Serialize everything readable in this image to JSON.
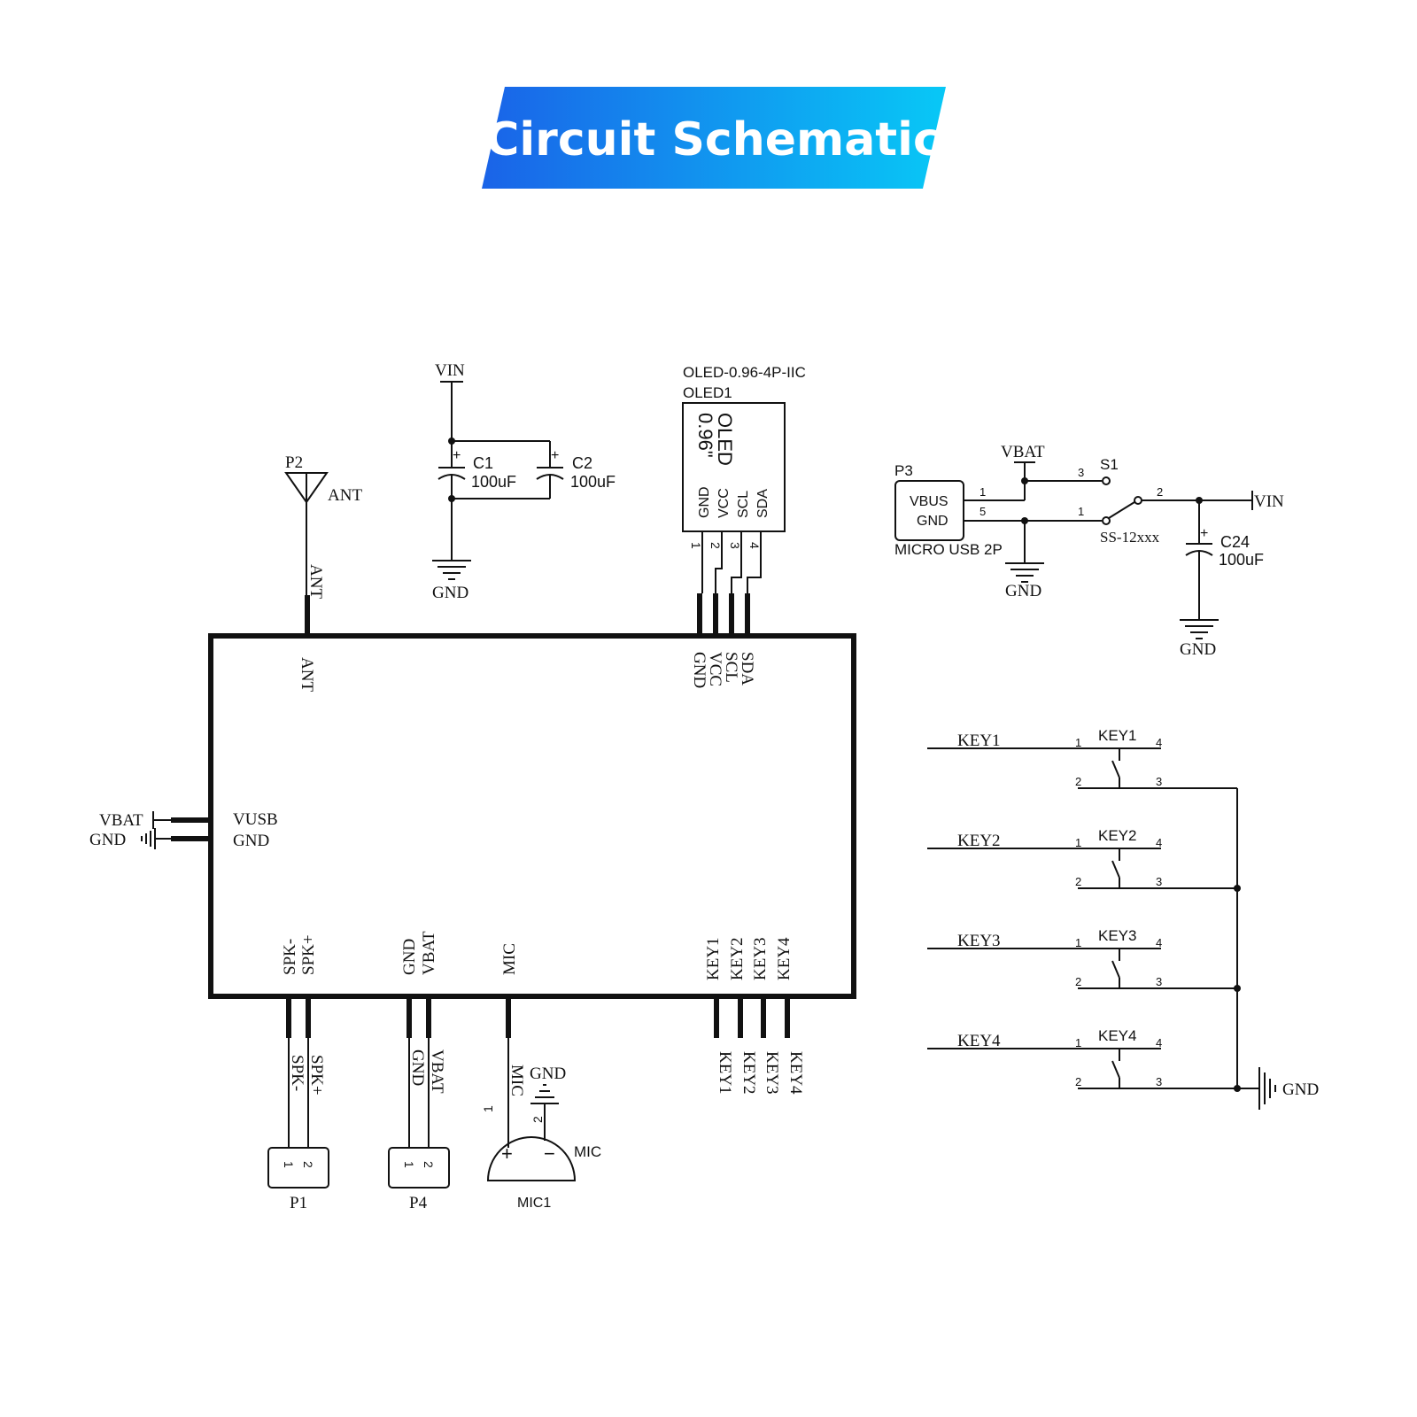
{
  "title": "Circuit Schematic",
  "colors": {
    "banner_left": "#1a63e8",
    "banner_right": "#08c8f6",
    "ink": "#111111"
  },
  "antenna": {
    "ref": "P2",
    "label": "ANT",
    "net": "ANT"
  },
  "caps": {
    "vin": "VIN",
    "gnd": "GND",
    "c1_ref": "C1",
    "c1_val": "100uF",
    "c2_ref": "C2",
    "c2_val": "100uF"
  },
  "oled": {
    "part": "OLED-0.96-4P-IIC",
    "ref": "OLED1",
    "body_line1": "OLED",
    "body_line2": "0.96\"",
    "pins": [
      "GND",
      "VCC",
      "SCL",
      "SDA"
    ],
    "pin_numbers": [
      "1",
      "2",
      "3",
      "4"
    ]
  },
  "usb": {
    "ref": "P3",
    "pin_vbus": "VBUS",
    "pin_gnd": "GND",
    "part": "MICRO USB 2P",
    "pin_num_vbus": "1",
    "pin_num_gnd": "5",
    "vbat": "VBAT",
    "gnd": "GND",
    "switch_ref": "S1",
    "switch_part": "SS-12xxx",
    "sw_pin_3": "3",
    "sw_pin_1": "1",
    "sw_pin_2": "2",
    "vin": "VIN",
    "c24_ref": "C24",
    "c24_val": "100uF",
    "c24_gnd": "GND"
  },
  "module": {
    "top_pins": {
      "ant": "ANT",
      "gnd": "GND",
      "vcc": "VCC",
      "scl": "SCL",
      "sda": "SDA"
    },
    "left_pins": {
      "vusb": "VUSB",
      "gnd": "GND"
    },
    "left_nets": {
      "vbat": "VBAT",
      "gnd": "GND"
    },
    "bottom_pins": {
      "spk_minus": "SPK-",
      "spk_plus": "SPK+",
      "gnd": "GND",
      "vbat": "VBAT",
      "mic": "MIC",
      "key1": "KEY1",
      "key2": "KEY2",
      "key3": "KEY3",
      "key4": "KEY4"
    }
  },
  "bottom_nets": {
    "spk_minus": "SPK-",
    "spk_plus": "SPK+",
    "gnd": "GND",
    "vbat": "VBAT",
    "mic": "MIC",
    "key1": "KEY1",
    "key2": "KEY2",
    "key3": "KEY3",
    "key4": "KEY4"
  },
  "connectors": {
    "p1": {
      "ref": "P1",
      "pin1": "1",
      "pin2": "2"
    },
    "p4": {
      "ref": "P4",
      "pin1": "1",
      "pin2": "2"
    }
  },
  "mic": {
    "ref": "MIC1",
    "label": "MIC",
    "gnd": "GND",
    "pin1": "1",
    "pin2": "2",
    "plus": "+",
    "minus": "−"
  },
  "keys": [
    {
      "net": "KEY1",
      "ref": "KEY1",
      "p1": "1",
      "p2": "2",
      "p3": "3",
      "p4": "4"
    },
    {
      "net": "KEY2",
      "ref": "KEY2",
      "p1": "1",
      "p2": "2",
      "p3": "3",
      "p4": "4"
    },
    {
      "net": "KEY3",
      "ref": "KEY3",
      "p1": "1",
      "p2": "2",
      "p3": "3",
      "p4": "4"
    },
    {
      "net": "KEY4",
      "ref": "KEY4",
      "p1": "1",
      "p2": "2",
      "p3": "3",
      "p4": "4"
    }
  ],
  "keys_gnd": "GND"
}
